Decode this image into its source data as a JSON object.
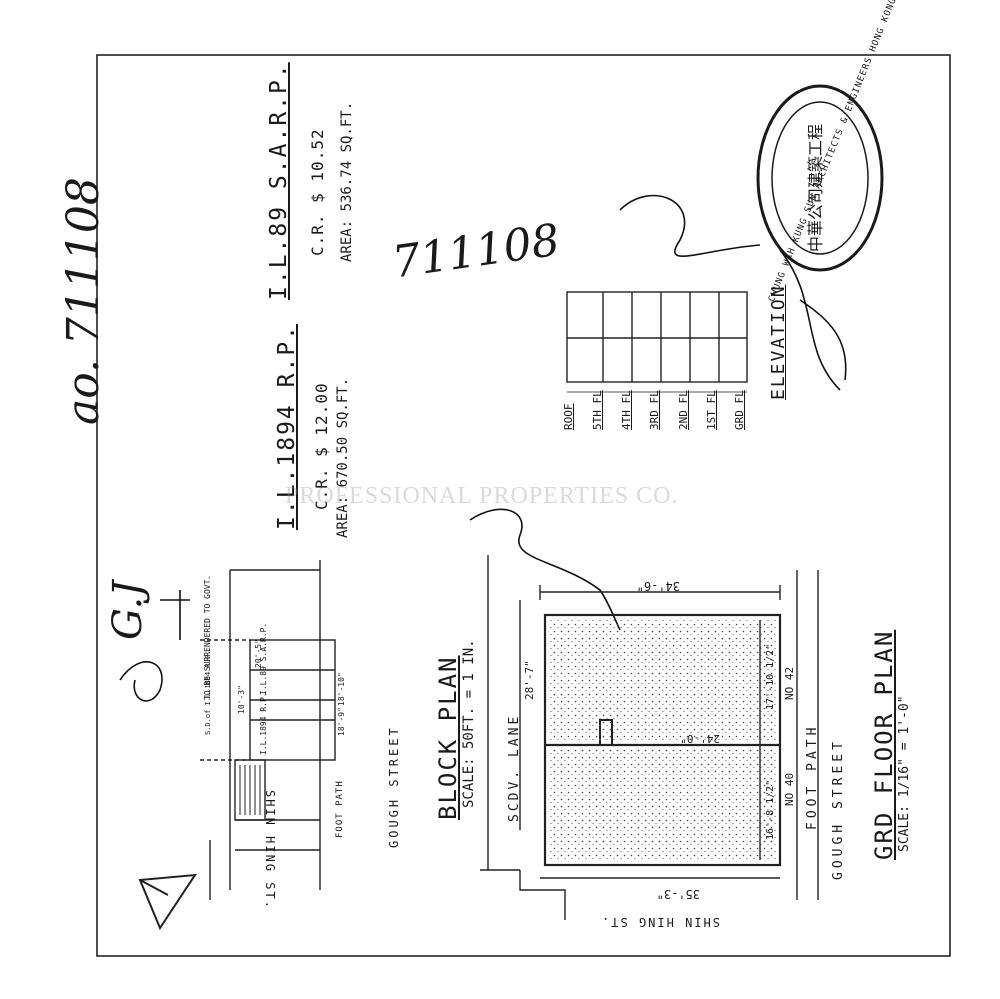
{
  "document": {
    "handwritten_ref_left": "ao. 711108",
    "handwritten_ref_center": "711108",
    "initials": "G.J",
    "watermark": "PROFESSIONAL PROPERTIES CO.",
    "lots": [
      {
        "name": "I.L.1894 R.P.",
        "cr": "C.R. $ 12.00",
        "area": "AREA: 670.50 SQ.FT."
      },
      {
        "name": "I.L.89 S.A.R.P.",
        "cr": "C.R. $ 10.52",
        "area": "AREA: 536.74 SQ.FT."
      }
    ],
    "elevation": {
      "title": "ELEVATION",
      "floors": [
        "ROOF",
        "5TH FL",
        "4TH FL",
        "3RD FL",
        "2ND FL",
        "1ST FL",
        "GRD FL"
      ]
    },
    "block_plan": {
      "title": "BLOCK PLAN",
      "scale": "SCALE: 50FT. = 1 IN.",
      "surrender_note": "TO BE SURRENDERED TO GOVT.",
      "lot_labels": [
        "S.D.of I.L.1894 R.P.",
        "I.L.89 S.A.R.P.",
        "I.L.1894 R.P."
      ],
      "dims": [
        "20'-5\"",
        "18'-10\"",
        "18'-9\"",
        "10'-3\""
      ],
      "streets": [
        "SHIN HING ST.",
        "GOUGH STREET",
        "FOOT PATH"
      ]
    },
    "floor_plan": {
      "title": "GRD FLOOR PLAN",
      "scale": "SCALE: 1/16\" = 1'-0\"",
      "dims": [
        "34'-6\"",
        "35'-3\"",
        "28'-7\"",
        "24'-0\"",
        "17'-10 1/2\"",
        "16'-8 1/2\""
      ],
      "labels": [
        "SCDV. LANE",
        "NO 42",
        "NO 40",
        "FOOT PATH",
        "GOUGH STREET",
        "SHIN HING ST."
      ]
    },
    "stamp": {
      "text": "CHUNG WAH KUNG SUN ARCHITECTS & ENGINEERS HONG KONG",
      "chinese": "中華公司建築工程"
    }
  }
}
